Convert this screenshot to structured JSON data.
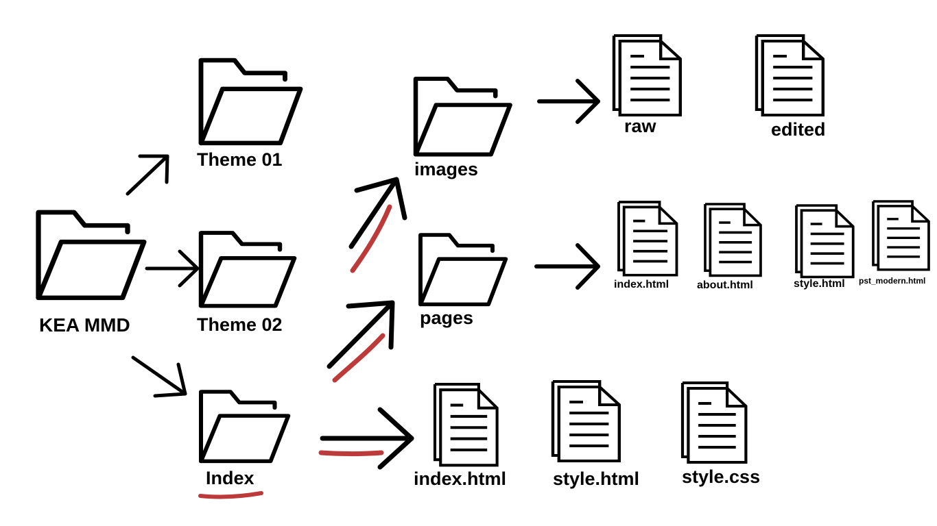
{
  "root": {
    "label": "KEA MMD"
  },
  "level1": {
    "theme01": "Theme 01",
    "theme02": "Theme 02",
    "index": "Index"
  },
  "level2": {
    "images": "images",
    "pages": "pages"
  },
  "images_files": {
    "raw": "raw",
    "edited": "edited"
  },
  "pages_files": {
    "index": "index.html",
    "about": "about.html",
    "style": "style.html",
    "pst_modern": "pst_modern.html"
  },
  "index_files": {
    "index": "index.html",
    "style_html": "style.html",
    "style_css": "style.css"
  },
  "colors": {
    "stroke": "#000000",
    "highlight": "#b01818",
    "background": "#ffffff"
  },
  "icons": {
    "folder": "folder-icon",
    "document": "document-icon",
    "arrow": "arrow-icon"
  }
}
